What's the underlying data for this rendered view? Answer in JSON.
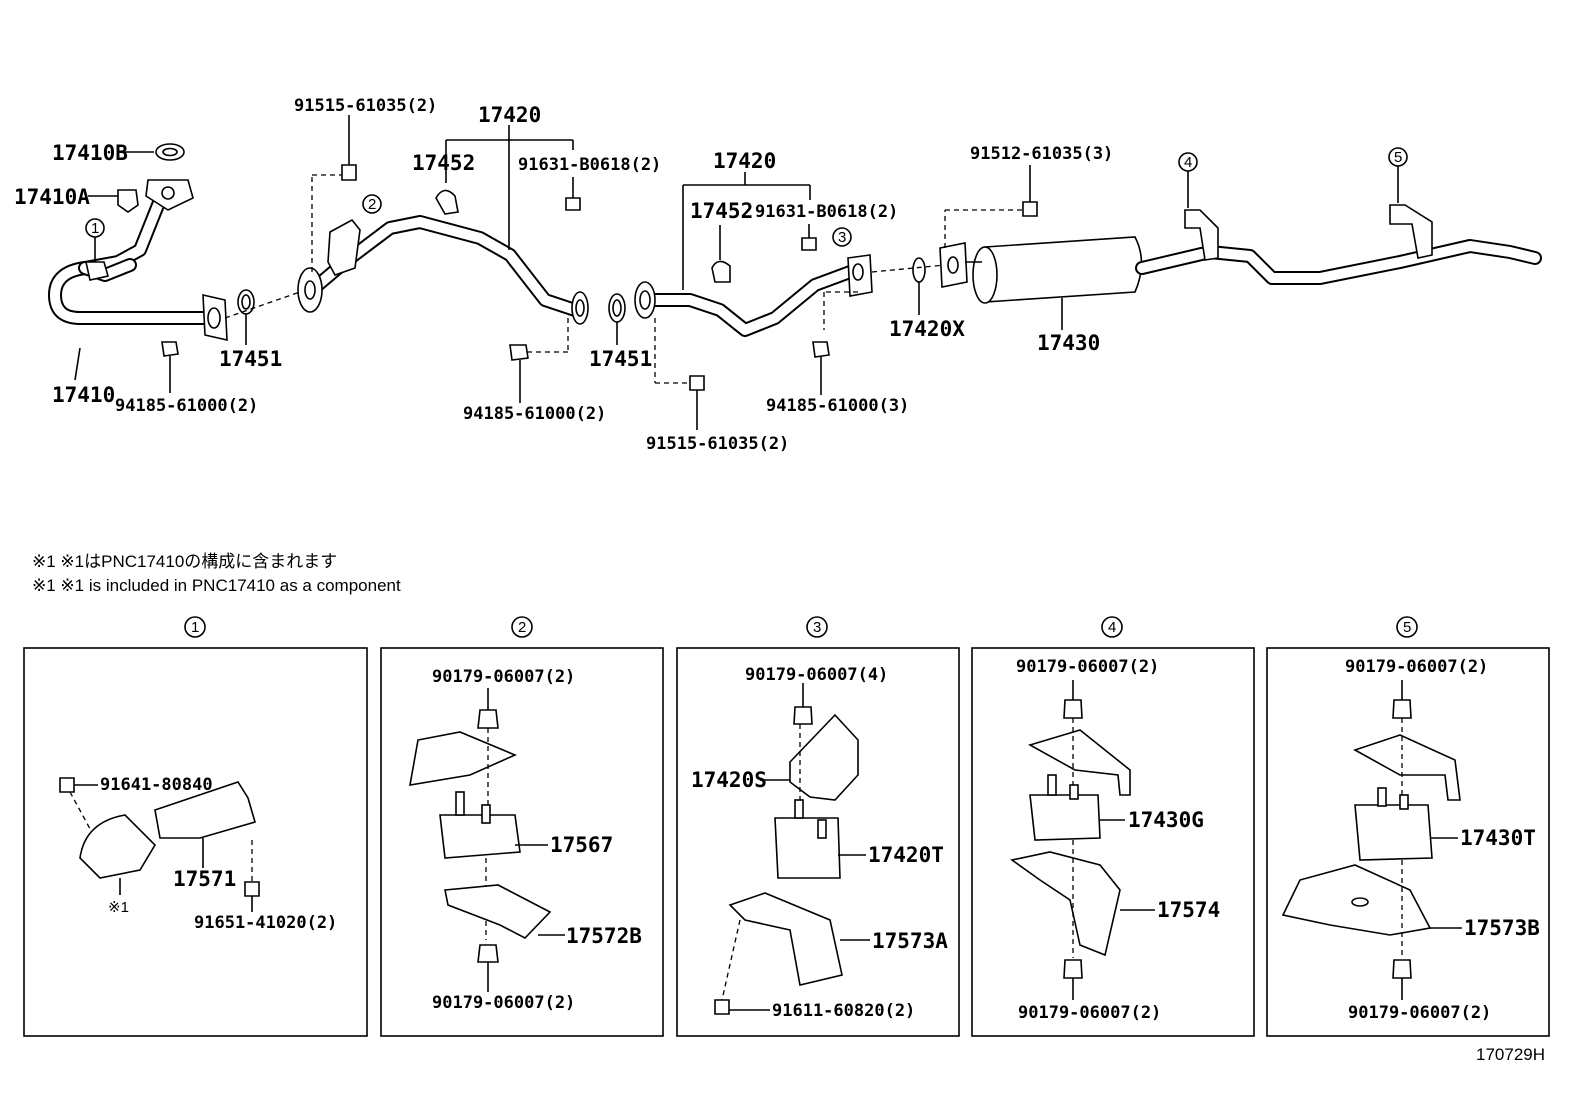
{
  "main_labels": {
    "p17410B": "17410B",
    "p17410A": "17410A",
    "p17410": "17410",
    "p17451a": "17451",
    "p17451b": "17451",
    "p17420a": "17420",
    "p17420b": "17420",
    "p17452a": "17452",
    "p17452b": "17452",
    "p17420X": "17420X",
    "p17430": "17430",
    "b91515a": "91515-61035(2)",
    "b91515b": "91515-61035(2)",
    "b91631a": "91631-B0618(2)",
    "b91631b": "91631-B0618(2)",
    "b94185a": "94185-61000(2)",
    "b94185b": "94185-61000(2)",
    "b94185c": "94185-61000(3)",
    "b91512": "91512-61035(3)"
  },
  "callouts": [
    "1",
    "2",
    "3",
    "4",
    "5"
  ],
  "notes": {
    "jp": "※1 ※1はPNC17410の構成に含まれます",
    "en": "※1 ※1 is included in PNC17410 as a component"
  },
  "panels": {
    "p1": {
      "title": "1",
      "a": "91641-80840",
      "b": "17571",
      "c": "91651-41020(2)",
      "mark": "※1"
    },
    "p2": {
      "title": "2",
      "a": "90179-06007(2)",
      "b": "17567",
      "c": "17572B",
      "d": "90179-06007(2)"
    },
    "p3": {
      "title": "3",
      "a": "90179-06007(4)",
      "b": "17420S",
      "c": "17420T",
      "d": "17573A",
      "e": "91611-60820(2)"
    },
    "p4": {
      "title": "4",
      "a": "90179-06007(2)",
      "b": "17430G",
      "c": "17574",
      "d": "90179-06007(2)"
    },
    "p5": {
      "title": "5",
      "a": "90179-06007(2)",
      "b": "17430T",
      "c": "17573B",
      "d": "90179-06007(2)"
    }
  },
  "diagram_code": "170729H"
}
